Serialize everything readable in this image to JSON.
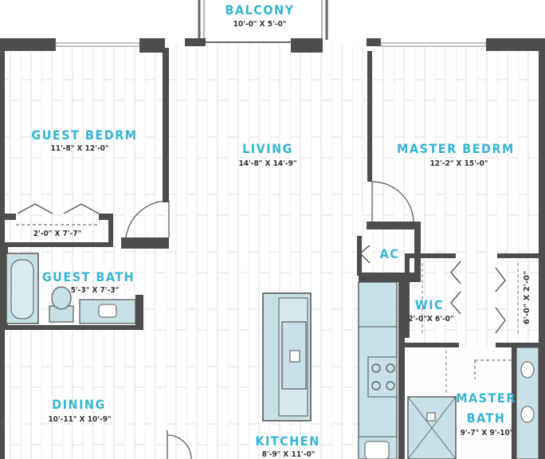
{
  "colors": {
    "wall": "#4d4d4d",
    "floor_line": "#dcdcdc",
    "fixture": "#c8e1e8",
    "label": "#35b5d3",
    "dim_text": "#333333"
  },
  "rooms": {
    "balcony": {
      "name": "BALCONY",
      "dim": "10'-0\" X 5'-0\""
    },
    "guest_bedroom": {
      "name": "GUEST BEDRM",
      "dim": "11'-8\" X 12'-0\""
    },
    "living": {
      "name": "LIVING",
      "dim": "14'-8\" X 14'-9\""
    },
    "master_bedroom": {
      "name": "MASTER BEDRM",
      "dim": "12'-2\" X 15'-0\""
    },
    "guest_closet": {
      "dim": "2'-0\" X 7'-7\""
    },
    "ac": {
      "name": "AC"
    },
    "guest_bath": {
      "name": "GUEST BATH",
      "dim": "5'-3\" X 7'-3\""
    },
    "wic": {
      "name": "WIC",
      "dim": "2'-0\"X 6'-0\""
    },
    "master_closet": {
      "dim": "6'-0\" X 2'-0\""
    },
    "dining": {
      "name": "DINING",
      "dim": "10'-11\" X 10'-9\""
    },
    "master_bath": {
      "name_line1": "MASTER",
      "name_line2": "BATH",
      "dim": "9'-7\" X 9'-10\""
    },
    "kitchen": {
      "name": "KITCHEN",
      "dim": "8'-9\" X 11'-0\""
    }
  }
}
